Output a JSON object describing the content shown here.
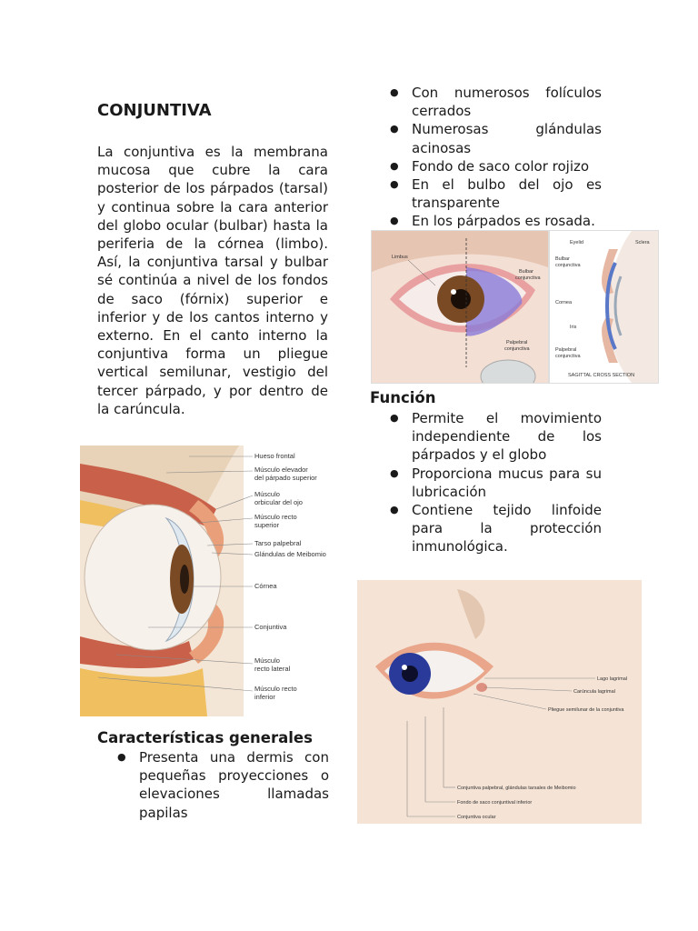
{
  "title": "CONJUNTIVA",
  "intro": "La conjuntiva es la membrana mucosa que cubre la cara posterior de los párpados (tarsal) y continua sobre la cara anterior del globo ocular (bulbar) hasta la periferia de la córnea (limbo). Así, la conjuntiva tarsal y bulbar sé continúa a nivel de los fondos de saco (fórnix) superior e inferior y de los cantos interno y externo. En el canto interno la conjuntiva forma un pliegue vertical semilunar, vestigio del tercer párpado, y por dentro de la carúncula.",
  "right_list": [
    "Con numerosos folículos cerrados",
    "Numerosas glándulas acinosas",
    "Fondo de saco color rojizo",
    "En el bulbo del ojo es transparente",
    "En los párpados es rosada."
  ],
  "funcion": {
    "heading": "Función",
    "items": [
      "Permite el movimiento independiente de los párpados y el globo",
      "Proporciona mucus para su lubricación",
      "Contiene tejido linfoide para la protección inmunológica."
    ]
  },
  "caracteristicas": {
    "heading": "Características generales",
    "items": [
      "Presenta una dermis con pequeñas proyecciones o elevaciones llamadas papilas"
    ]
  },
  "figure_sagittal": {
    "labels": [
      "Hueso frontal",
      "Músculo elevador",
      "del párpado superior",
      "Músculo",
      "orbicular del ojo",
      "Músculo recto",
      "superior",
      "Tarso palpebral",
      "Glándulas de Meibomio",
      "Córnea",
      "Conjuntiva",
      "Músculo",
      "recto lateral",
      "Músculo recto",
      "inferior"
    ]
  },
  "figure_eye_front": {
    "labels": [
      "Limbus",
      "Bulbar",
      "conjunctiva",
      "Palpebral",
      "conjunctiva"
    ]
  },
  "figure_cross": {
    "labels": [
      "Eyelid",
      "Sclera",
      "Bulbar",
      "conjunctiva",
      "Cornea",
      "Iris",
      "Palpebral",
      "conjunctiva",
      "SAGITTAL CROSS SECTION"
    ]
  },
  "figure_eye_lateral": {
    "labels": [
      "Lago lagrimal",
      "Carúncula lagrimal",
      "Pliegue semilunar de la conjuntiva",
      "Conjuntiva palpebral, glándulas tarsales de Meibomio",
      "Fondo de saco conjuntival inferior",
      "Conjuntiva ocular"
    ]
  },
  "colors": {
    "text": "#1a1a1a",
    "skin": "#e9b9a0",
    "iris_brown": "#7a4a25",
    "iris_blue": "#2a3a9a",
    "fat": "#f0c060",
    "muscle": "#c9604a"
  }
}
